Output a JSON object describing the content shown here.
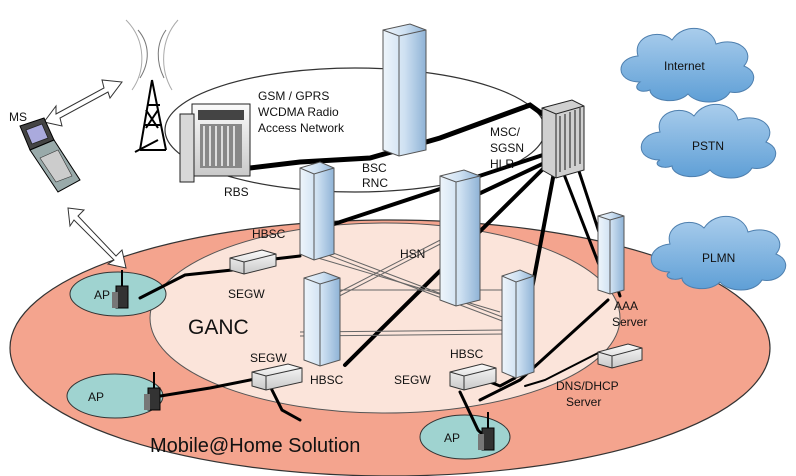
{
  "diagram": {
    "ms_label": "MS",
    "ran_label_lines": [
      "GSM / GPRS",
      "WCDMA Radio",
      "Access Network"
    ],
    "rbs_label": "RBS",
    "bsc_rnc_lines": [
      "BSC",
      "RNC"
    ],
    "msc_lines": [
      "MSC/",
      "SGSN",
      "HLR"
    ],
    "clouds": [
      "Internet",
      "PSTN",
      "PLMN"
    ],
    "hbsc_top": "HBSC",
    "hsn": "HSN",
    "segw_left": "SEGW",
    "ganc": "GANC",
    "segw_mid": "SEGW",
    "hbsc_mid": "HBSC",
    "hbsc_right": "HBSC",
    "segw_right": "SEGW",
    "aaa_lines": [
      "AAA",
      "Server"
    ],
    "dns_lines": [
      "DNS/DHCP",
      "Server"
    ],
    "ap_labels": [
      "AP",
      "AP",
      "AP"
    ],
    "solution": "Mobile@Home Solution"
  },
  "colors": {
    "outer_ellipse": "#f4a48e",
    "inner_ellipse": "#fbe4da",
    "ap_ellipse": "#9fd3d0",
    "cloud": "#7fb3de",
    "server_light": "#c9dcef"
  }
}
